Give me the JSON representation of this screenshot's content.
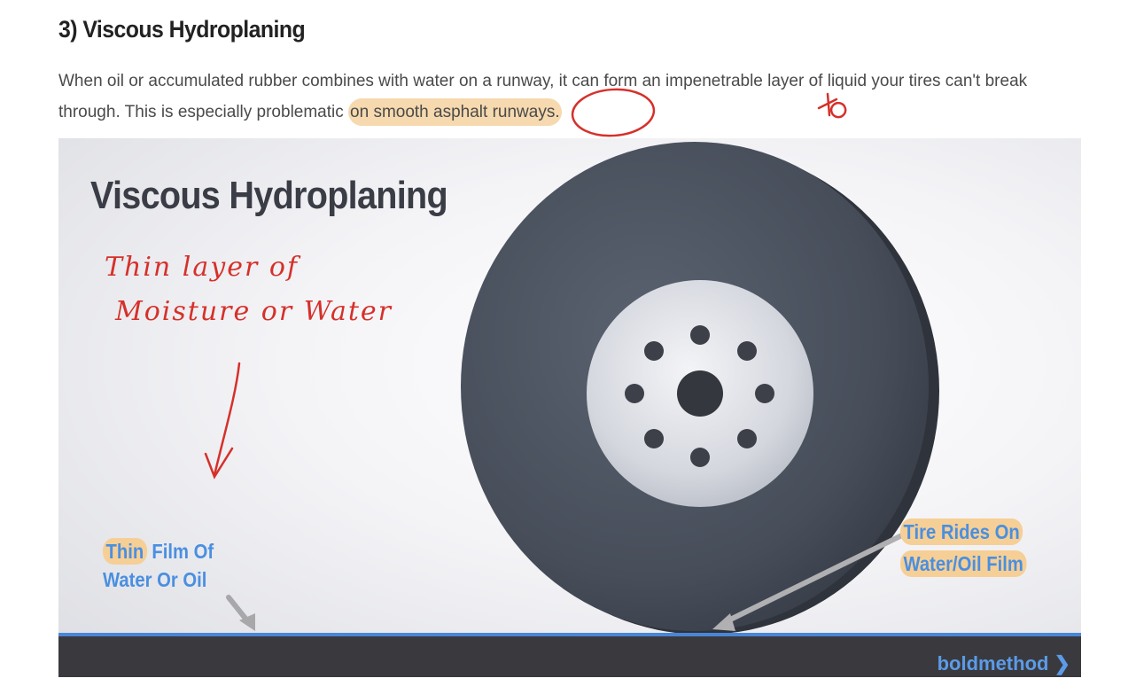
{
  "article": {
    "heading": "3) Viscous Hydroplaning",
    "paragraph_part1": "When oil or accumulated rubber combines with water on a runway, it can form an impenetrable layer of liquid your tires can't break through. This is especially problematic ",
    "paragraph_highlight": "on smooth asphalt runways.",
    "highlight_color": "#f6d9ae"
  },
  "figure": {
    "title": "Viscous Hydroplaning",
    "label_left_highlight": "Thin",
    "label_left_rest": " Film Of",
    "label_left_line2": "Water Or Oil",
    "label_right_line1": "Tire Rides On",
    "label_right_line2": "Water/Oil Film",
    "brand": "boldmethod ❯",
    "label_color": "#4a8fe0",
    "ground_color": "#3a3a3e",
    "water_line_color": "#4a86d8"
  },
  "annotations": {
    "handwritten_line1": "Thin layer of",
    "handwritten_line2": "Moisture or Water",
    "ink_color": "#d6302a"
  }
}
